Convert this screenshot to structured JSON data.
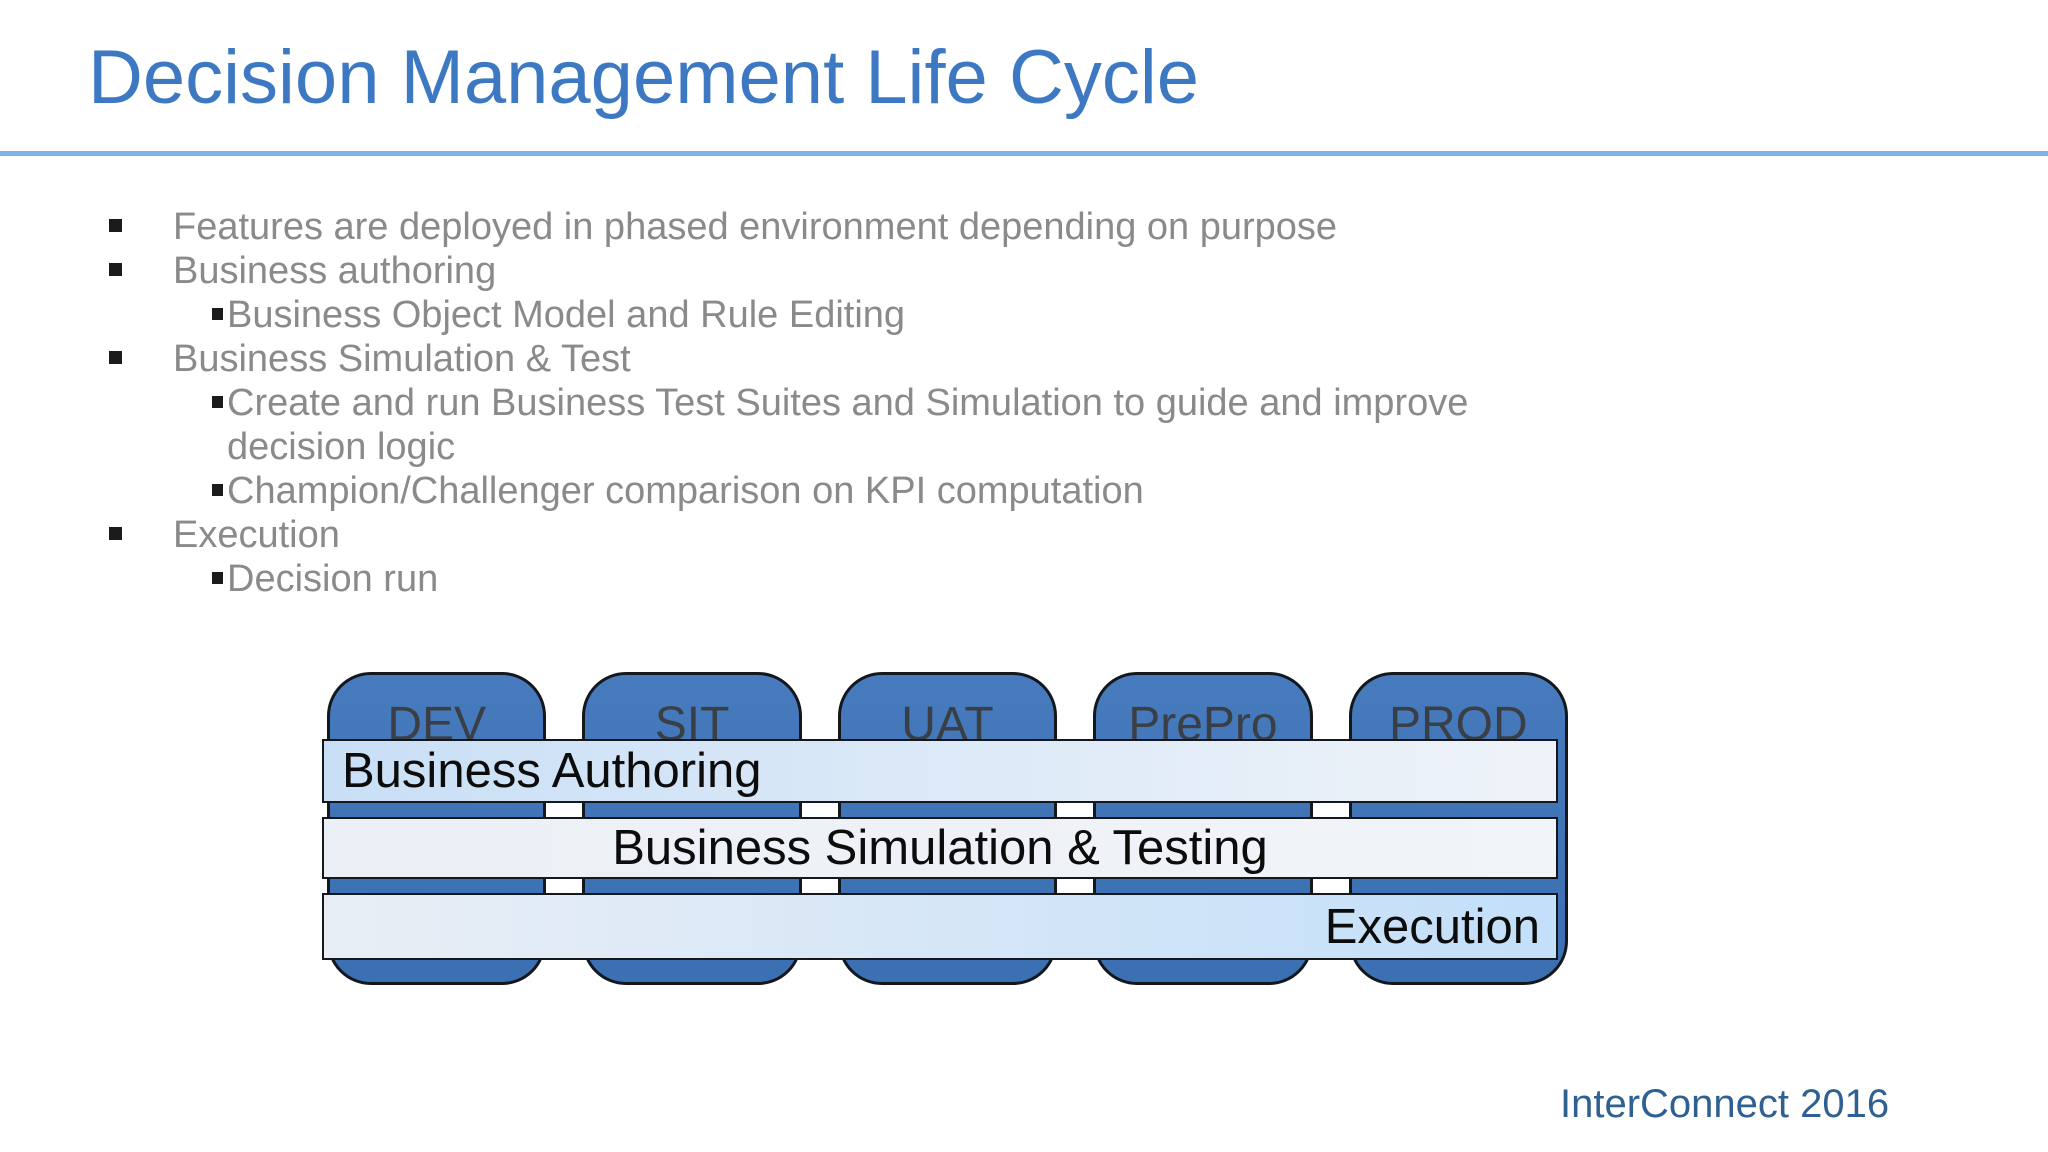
{
  "slide": {
    "title": "Decision Management Life Cycle",
    "footer": "InterConnect 2016"
  },
  "bullets": [
    {
      "level": 1,
      "text": "Features are deployed in phased environment depending on purpose"
    },
    {
      "level": 1,
      "text": "Business authoring"
    },
    {
      "level": 2,
      "text": "Business Object Model and Rule Editing"
    },
    {
      "level": 1,
      "text": "Business Simulation & Test"
    },
    {
      "level": 2,
      "text": "Create and run Business Test Suites and Simulation to guide and improve decision logic"
    },
    {
      "level": 2,
      "text": "Champion/Challenger comparison on KPI computation"
    },
    {
      "level": 1,
      "text": "Execution"
    },
    {
      "level": 2,
      "text": "Decision run"
    }
  ],
  "diagram": {
    "environments": [
      "DEV",
      "SIT",
      "UAT",
      "PrePro",
      "PROD"
    ],
    "bands": [
      {
        "label": "Business Authoring",
        "align": "left"
      },
      {
        "label": "Business Simulation & Testing",
        "align": "center"
      },
      {
        "label": "Execution",
        "align": "right"
      }
    ]
  },
  "colors": {
    "title_blue": "#3D78C2",
    "divider_blue": "#7FB3E8",
    "bullet_gray": "#8A8A8A",
    "column_blue": "#3E73B5",
    "band_light_blue": "#C9DFF6",
    "band_light_gray": "#EFF2F6",
    "band_exec_blue": "#C3DFF9",
    "footer_blue": "#2E6191"
  }
}
